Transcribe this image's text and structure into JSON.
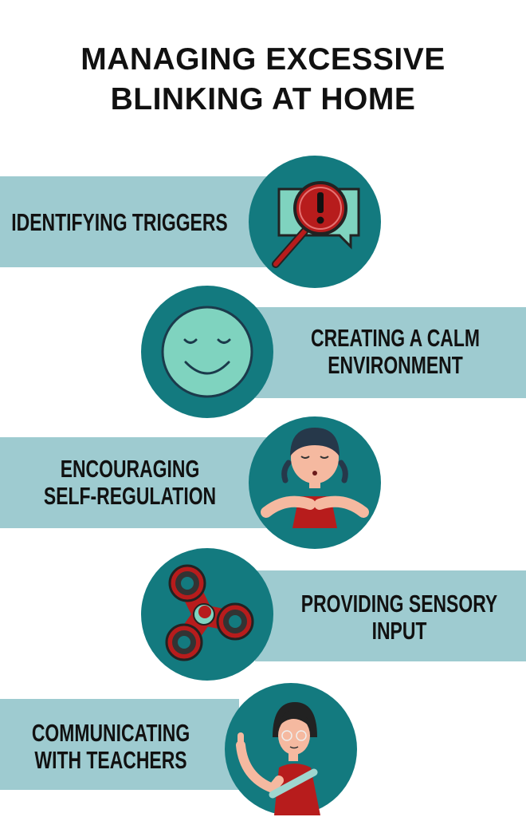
{
  "title": {
    "line1": "MANAGING EXCESSIVE",
    "line2": "BLINKING AT HOME"
  },
  "items": [
    {
      "lines": [
        "IDENTIFYING TRIGGERS"
      ],
      "icon": "magnifier-alert-icon"
    },
    {
      "lines": [
        "CREATING A CALM",
        "ENVIRONMENT"
      ],
      "icon": "calm-face-icon"
    },
    {
      "lines": [
        "ENCOURAGING",
        "SELF-REGULATION"
      ],
      "icon": "breathing-girl-icon"
    },
    {
      "lines": [
        "PROVIDING SENSORY",
        "INPUT"
      ],
      "icon": "fidget-spinner-icon"
    },
    {
      "lines": [
        "COMMUNICATING",
        "WITH TEACHERS"
      ],
      "icon": "teacher-icon"
    }
  ],
  "colors": {
    "band": "#9ecbd0",
    "circle": "#137a7f",
    "accent": "#b71c1c",
    "mint": "#7fd3bf"
  }
}
